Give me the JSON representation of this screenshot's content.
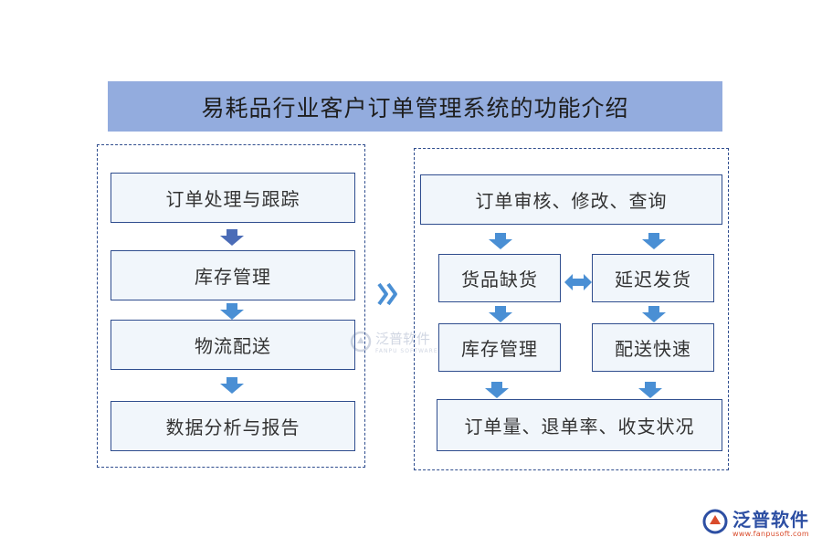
{
  "title": "易耗品行业客户订单管理系统的功能介绍",
  "left_panel": {
    "steps": [
      "订单处理与跟踪",
      "库存管理",
      "物流配送",
      "数据分析与报告"
    ]
  },
  "right_panel": {
    "top": "订单审核、修改、查询",
    "mid_left": "货品缺货",
    "mid_right": "延迟发货",
    "low_left": "库存管理",
    "low_right": "配送快速",
    "bottom": "订单量、退单率、收支状况"
  },
  "watermark": {
    "cn": "泛普软件",
    "en": "FANPU SOFTWARE"
  },
  "logo": {
    "cn": "泛普软件",
    "url": "www.fanpusoft.com"
  },
  "colors": {
    "title_bg": "#93acde",
    "box_border": "#2f4d8e",
    "box_fill": "#f1f6fb",
    "arrow": "#4a8fd4",
    "arrow_dark": "#4b6cb7"
  }
}
